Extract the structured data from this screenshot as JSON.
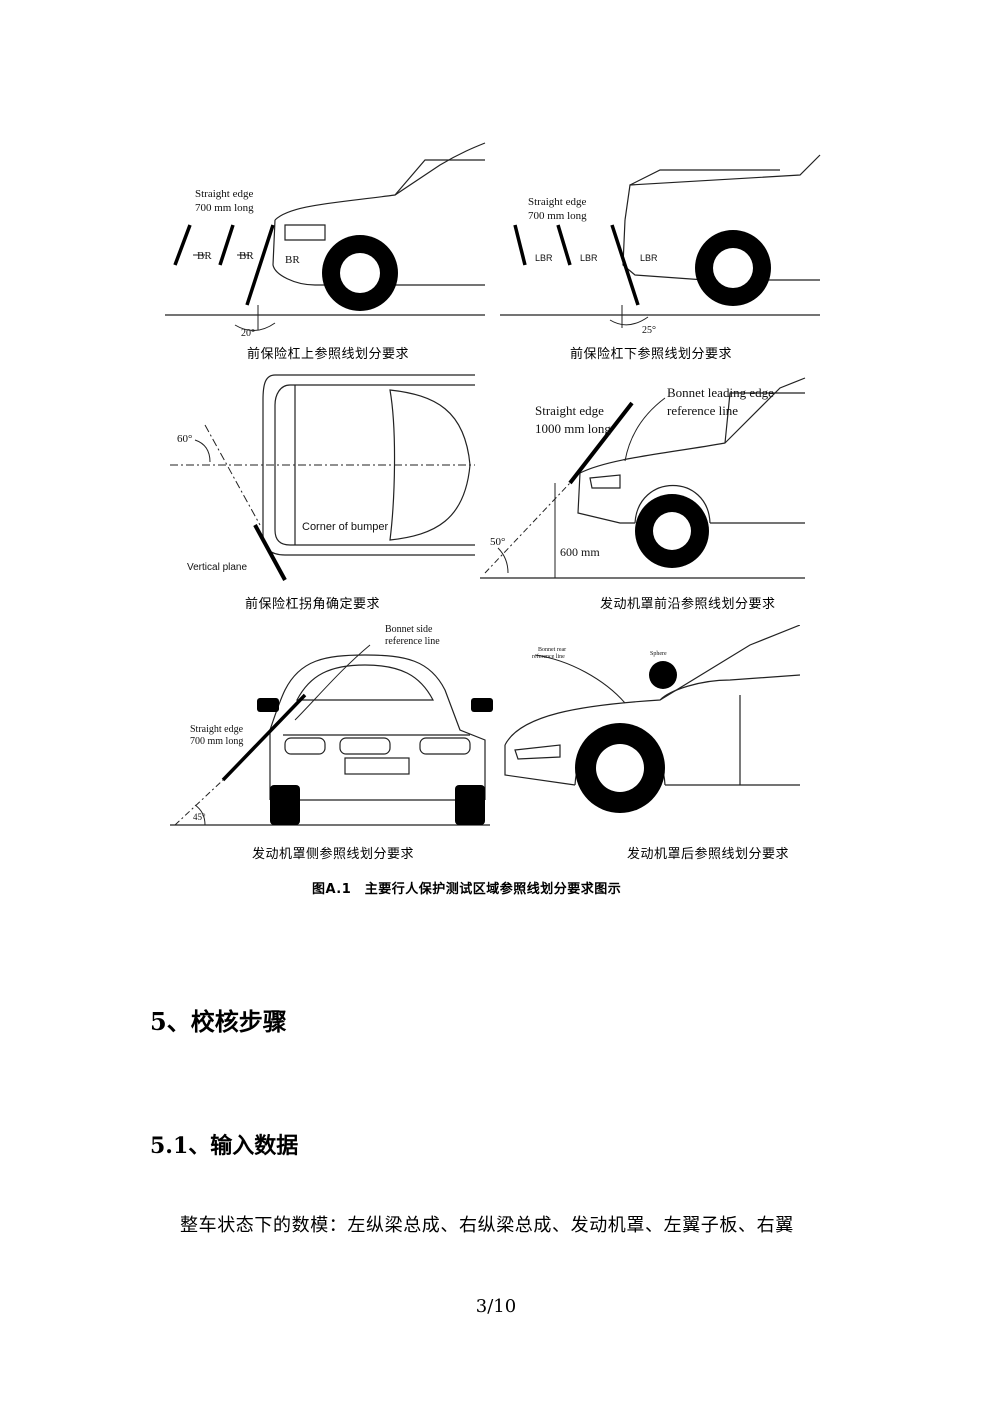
{
  "figure": {
    "panel_top_left": {
      "labels": {
        "straight_edge": "Straight edge",
        "length": "700 mm long",
        "br": "BR",
        "angle": "20°"
      },
      "caption": "前保险杠上参照线划分要求"
    },
    "panel_top_right": {
      "labels": {
        "straight_edge": "Straight edge",
        "length": "700 mm long",
        "lbr": "LBR",
        "angle": "25°"
      },
      "caption": "前保险杠下参照线划分要求"
    },
    "panel_mid_left": {
      "labels": {
        "angle": "60°",
        "corner": "Corner of bumper",
        "vertical_plane": "Vertical plane"
      },
      "caption": "前保险杠拐角确定要求"
    },
    "panel_mid_right": {
      "labels": {
        "straight_edge": "Straight edge",
        "length": "1000 mm long",
        "bonnet_leading": "Bonnet leading edge",
        "reference_line": "reference line",
        "angle": "50°",
        "height": "600 mm"
      },
      "caption": "发动机罩前沿参照线划分要求"
    },
    "panel_bot_left": {
      "labels": {
        "bonnet_side": "Bonnet side",
        "reference_line": "reference line",
        "straight_edge": "Straight edge",
        "length": "700 mm long",
        "angle": "45°"
      },
      "caption": "发动机罩侧参照线划分要求"
    },
    "panel_bot_right": {
      "labels": {
        "bonnet_rear": "Bonnet rear",
        "reference_line": "reference line",
        "sphere": "Sphere"
      },
      "caption": "发动机罩后参照线划分要求"
    },
    "title": "图A.1　主要行人保护测试区域参照线划分要求图示"
  },
  "section": {
    "heading": "5、校核步骤",
    "subheading": "5.1、输入数据",
    "paragraph": "整车状态下的数模：左纵梁总成、右纵梁总成、发动机罩、左翼子板、右翼"
  },
  "page_number": "3/10"
}
